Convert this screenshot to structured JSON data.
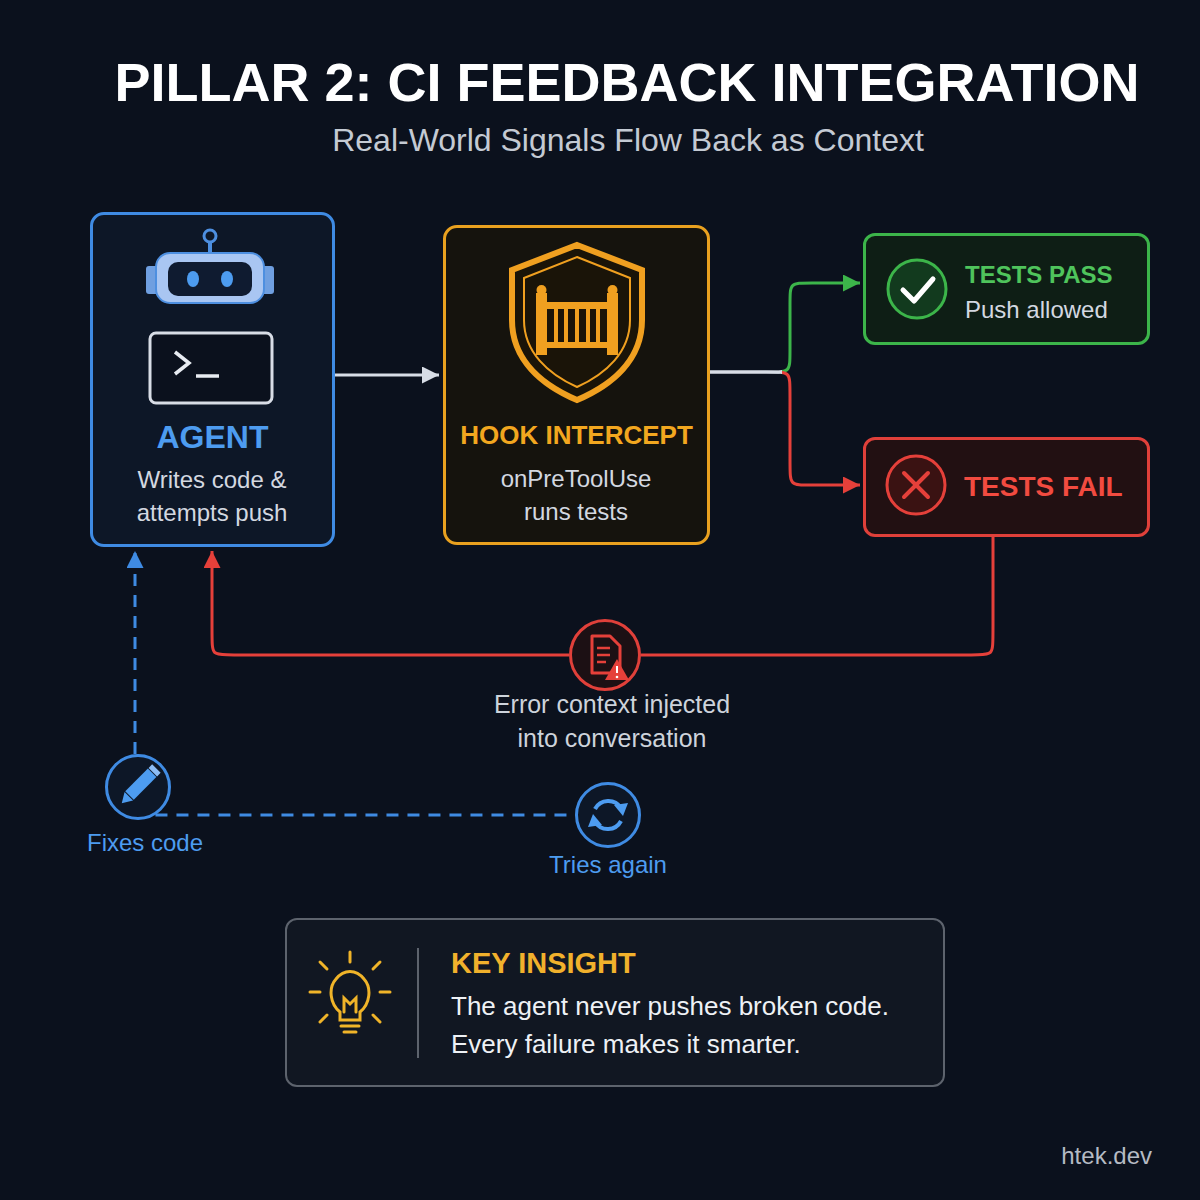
{
  "diagram": {
    "title": "PILLAR 2: CI FEEDBACK INTEGRATION",
    "nodes": [
      {
        "text": [
          "AGENT",
          "Writes code & attempts push"
        ]
      },
      {
        "text": [
          "HOOK INTERCEPT",
          "onPreToolUse runs tests"
        ]
      },
      {
        "text": [
          "TESTS PASS",
          "Push allowed"
        ]
      },
      {
        "text": [
          "TESTS FAIL"
        ]
      },
      {
        "text": [
          "Error context injected into conversation"
        ]
      },
      {
        "text": [
          "Fixes code"
        ]
      },
      {
        "text": [
          "Tries again"
        ]
      },
      {
        "text": [
          "KEY INSIGHT",
          "The agent never pushes broken code. Every failure makes it smarter."
        ]
      }
    ],
    "edges": [
      {
        "from": 0,
        "to": 1,
        "arrow": "to"
      },
      {
        "from": 1,
        "to": 2,
        "arrow": "to"
      },
      {
        "from": 1,
        "to": 3,
        "arrow": "to"
      },
      {
        "from": 3,
        "to": 4,
        "arrow": "none"
      },
      {
        "from": 4,
        "to": 0,
        "arrow": "to"
      },
      {
        "from": 5,
        "to": 6,
        "arrow": "none"
      },
      {
        "from": 5,
        "to": 0,
        "arrow": "to"
      }
    ],
    "labels": [
      "Real-World Signals Flow Back as Context",
      "htek.dev"
    ]
  }
}
